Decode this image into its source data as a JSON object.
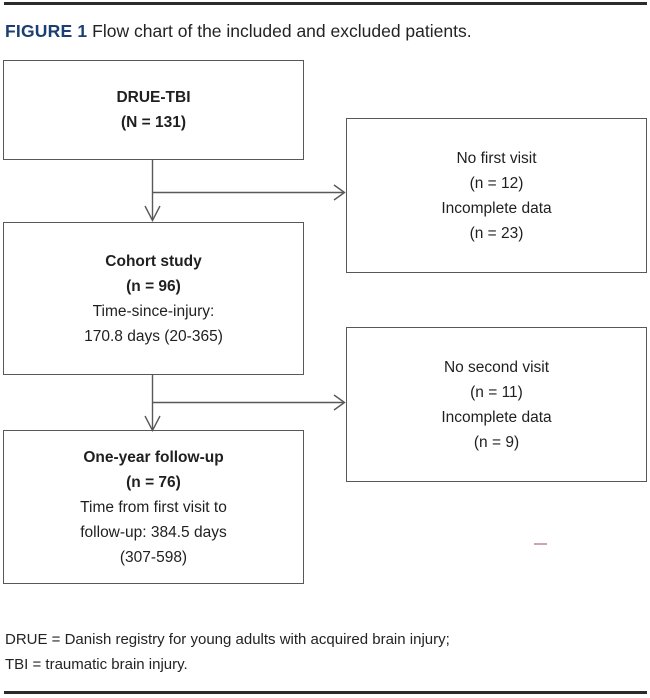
{
  "caption": {
    "label": "FIGURE 1",
    "text": " Flow chart of the included and excluded patients.",
    "label_color": "#1b3f73"
  },
  "flowchart": {
    "boxes": [
      {
        "id": "drue-tbi",
        "lines": [
          {
            "text": "DRUE-TBI",
            "bold": true
          },
          {
            "text": "(N = 131)",
            "bold": true
          }
        ]
      },
      {
        "id": "cohort-study",
        "lines": [
          {
            "text": "Cohort study",
            "bold": true
          },
          {
            "text": "(n = 96)",
            "bold": true
          },
          {
            "text": "Time-since-injury:",
            "bold": false
          },
          {
            "text": "170.8 days (20-365)",
            "bold": false
          }
        ]
      },
      {
        "id": "one-year-follow-up",
        "lines": [
          {
            "text": "One-year follow-up",
            "bold": true
          },
          {
            "text": "(n = 76)",
            "bold": true
          },
          {
            "text": "Time from first visit to",
            "bold": false
          },
          {
            "text": "follow-up: 384.5 days",
            "bold": false
          },
          {
            "text": "(307-598)",
            "bold": false
          }
        ]
      },
      {
        "id": "excluded-first",
        "lines": [
          {
            "text": "No first visit",
            "bold": false
          },
          {
            "text": "(n = 12)",
            "bold": false
          },
          {
            "text": "Incomplete data",
            "bold": false
          },
          {
            "text": "(n = 23)",
            "bold": false
          }
        ]
      },
      {
        "id": "excluded-second",
        "lines": [
          {
            "text": "No second visit",
            "bold": false
          },
          {
            "text": "(n = 11)",
            "bold": false
          },
          {
            "text": "Incomplete data",
            "bold": false
          },
          {
            "text": "(n = 9)",
            "bold": false
          }
        ]
      }
    ],
    "line_color": "#58585a"
  },
  "footnote": {
    "line1": "DRUE =  Danish registry for young adults with acquired brain injury;",
    "line2": "TBI = traumatic brain injury."
  }
}
